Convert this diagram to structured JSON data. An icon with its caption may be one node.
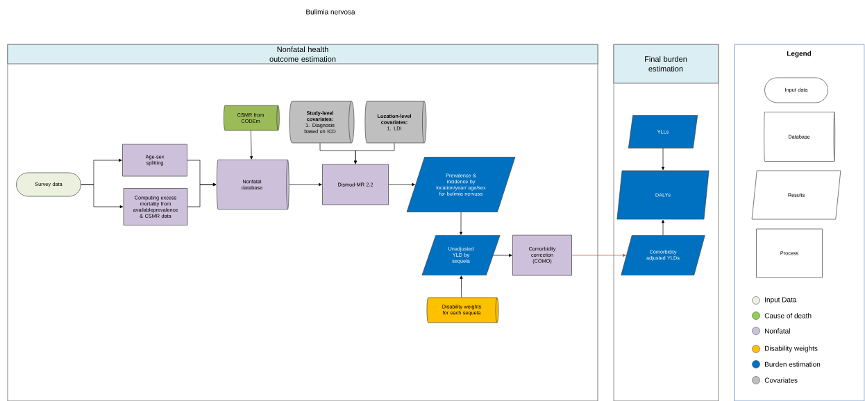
{
  "diagram": {
    "title": "Bulimia nervosa",
    "nodes": [
      {
        "text": [
          "Nonfatal health outcome estimation"
        ]
      },
      {
        "text": [
          "Final burden estimation"
        ]
      },
      {
        "text": [
          "Legend"
        ]
      },
      {
        "text": [
          "Survey data"
        ],
        "in": 0
      },
      {
        "text": [
          "Age-sex splitting"
        ],
        "in": 0
      },
      {
        "text": [
          "Computing excess mortality from availableprevalence & CSMR data"
        ],
        "in": 0
      },
      {
        "text": [
          "CSMR from CODEm"
        ],
        "in": 0
      },
      {
        "text": [
          "Nonfatal database"
        ],
        "in": 0
      },
      {
        "text": [
          "Study-level covariates:",
          "1. Diagnosis based on ICD"
        ],
        "in": 0
      },
      {
        "text": [
          "Location-level covariates:",
          "1. LDI"
        ],
        "in": 0
      },
      {
        "text": [
          "Dismod-MR 2.2"
        ],
        "in": 0
      },
      {
        "text": [
          "Prevalence & incidence by location/year/ age/sex for bulimia nervosa"
        ],
        "in": 0
      },
      {
        "text": [
          "Unadjusted YLD by sequela"
        ],
        "in": 0
      },
      {
        "text": [
          "Comorbidity correction (COMO)"
        ],
        "in": 0
      },
      {
        "text": [
          "Disability weights for each sequela"
        ],
        "in": 0
      },
      {
        "text": [
          "YLLs"
        ],
        "in": 1
      },
      {
        "text": [
          "DALYs"
        ],
        "in": 1
      },
      {
        "text": [
          "Comorbidity adjusted YLDs"
        ],
        "in": 1
      },
      {
        "text": [
          "Input data"
        ],
        "in": 2
      },
      {
        "text": [
          "Database"
        ],
        "in": 2
      },
      {
        "text": [
          "Results"
        ],
        "in": 2
      },
      {
        "text": [
          "Process"
        ],
        "in": 2
      }
    ],
    "edges": [
      {
        "from": 3,
        "to": 4,
        "arrow": "to"
      },
      {
        "from": 3,
        "to": 5,
        "arrow": "to"
      },
      {
        "from": 4,
        "to": 7,
        "arrow": "to"
      },
      {
        "from": 5,
        "to": 7,
        "arrow": "to"
      },
      {
        "from": 6,
        "to": 7,
        "arrow": "to"
      },
      {
        "from": 7,
        "to": 10,
        "arrow": "to"
      },
      {
        "from": 8,
        "to": 10,
        "arrow": "to"
      },
      {
        "from": 9,
        "to": 10,
        "arrow": "to"
      },
      {
        "from": 10,
        "to": 11,
        "arrow": "to"
      },
      {
        "from": 11,
        "to": 12,
        "arrow": "to"
      },
      {
        "from": 14,
        "to": 12,
        "arrow": "to"
      },
      {
        "from": 12,
        "to": 13,
        "arrow": "to"
      },
      {
        "from": 13,
        "to": 17,
        "arrow": "to",
        "color": "#c0504d"
      },
      {
        "from": 15,
        "to": 16,
        "arrow": "to"
      },
      {
        "from": 17,
        "to": 16,
        "arrow": "to"
      }
    ],
    "legend": [
      {
        "text": "Input Data",
        "color": "#ebf1de"
      },
      {
        "text": "Cause of death",
        "color": "#92d050"
      },
      {
        "text": "Nonfatal",
        "color": "#ccc0da"
      },
      {
        "text": "Disability weights",
        "color": "#ffc000"
      },
      {
        "text": "Burden estimation",
        "color": "#0070c0"
      },
      {
        "text": "Covariates",
        "color": "#bfbfbf"
      }
    ]
  }
}
